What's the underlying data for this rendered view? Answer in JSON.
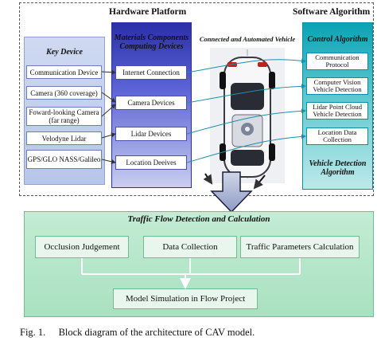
{
  "headers": {
    "hardware": "Hardware Platform",
    "software": "Software Algorithm"
  },
  "key_device": {
    "title": "Key Device",
    "items": [
      "Communication Device",
      "Camera (360 coverage)",
      "Foward-looking Camera (far range)",
      "Velodyne Lidar",
      "GPS/GLO NASS/Galileo"
    ]
  },
  "materials": {
    "title": "Materials Components Computing Devices",
    "items": [
      "Internet Connection",
      "Camera Devices",
      "Lidar Devices",
      "Location Deeives"
    ]
  },
  "vehicle": {
    "label": "Connected and Automated Vehicle"
  },
  "control": {
    "title": "Control Algorithm",
    "items": [
      "Communication Protocol",
      "Computer Vision Vehicle Detection",
      "Lidar Point Cloud Vehicle Detection",
      "Location Data Collection"
    ],
    "footer": "Vehicle Detection Algorithm"
  },
  "traffic": {
    "title": "Traffic Flow Detection and Calculation",
    "boxes": [
      "Occlusion Judgement",
      "Data Collection",
      "Traffic Parameters Calculation"
    ],
    "simulation": "Model Simulation in Flow Project"
  },
  "caption": {
    "label": "Fig. 1.",
    "text": "Block diagram of the architecture of CAV model."
  },
  "colors": {
    "key_panel": "#b7c6e9",
    "materials_panel": "#2b2fa8",
    "control_panel": "#0aa3b5",
    "traffic_panel": "#a9e1c0"
  }
}
